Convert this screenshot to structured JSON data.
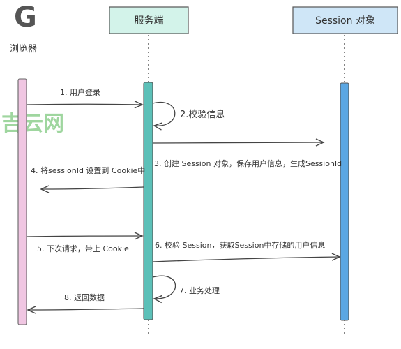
{
  "participants": {
    "browser": "浏览器",
    "server": "服务端",
    "session": "Session 对象"
  },
  "browser_logo": "G",
  "watermark": "吉云网",
  "messages": {
    "m1": "1. 用户登录",
    "m2": "2.校验信息",
    "m3": "3. 创建 Session 对象，保存用户信息，生成SessionId",
    "m4": "4. 将sessionId 设置到 Cookie中",
    "m5": "5. 下次请求，带上 Cookie",
    "m6": "6. 校验 Session，获取Session中存储的用户信息",
    "m7": "7. 业务处理",
    "m8": "8. 返回数据"
  },
  "colors": {
    "browser_bar": "#f0c6e2",
    "server_bar": "#5cc0b8",
    "session_bar": "#5ba7e3",
    "server_box": "#d3f3ea",
    "session_box": "#cfe6f7",
    "watermark": "#8fcf8f"
  }
}
